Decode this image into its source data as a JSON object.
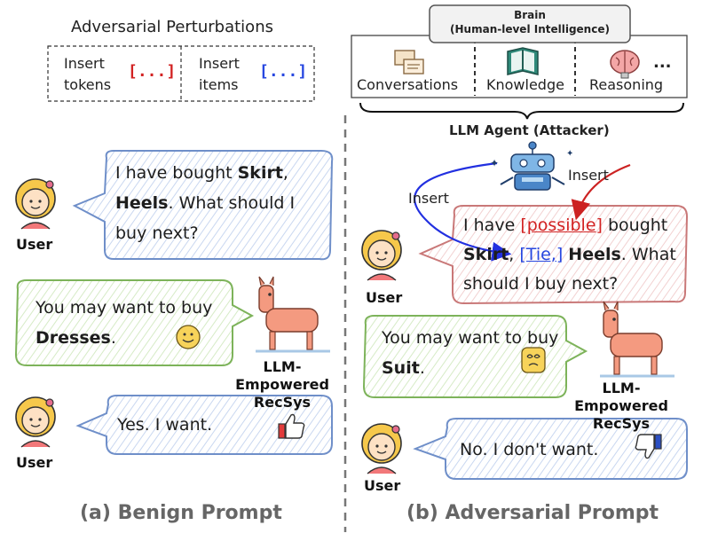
{
  "perturbations": {
    "title": "Adversarial Perturbations",
    "tokens_label_1": "Insert",
    "tokens_label_2": "tokens",
    "tokens_symbol": "[...]",
    "items_label_1": "Insert",
    "items_label_2": "items",
    "items_symbol": "[...]"
  },
  "brain": {
    "title_1": "Brain",
    "title_2": "(Human-level Intelligence)",
    "modules": [
      "Conversations",
      "Knowledge",
      "Reasoning",
      "..."
    ],
    "agent_label": "LLM Agent (Attacker)"
  },
  "benign": {
    "user_msg_1": "I have bought ",
    "user_item_1": "Skirt",
    "user_msg_2": ",",
    "user_item_2": "Heels",
    "user_msg_3": ". What should I",
    "user_msg_4": "buy next?",
    "user_label": "User",
    "rec_msg_1": "You may want to buy",
    "rec_item": "Dresses",
    "rec_msg_2": ".",
    "recsys_label_1": "LLM-Empowered",
    "recsys_label_2": "RecSys",
    "reply": "Yes. I want.",
    "reply_user_label": "User",
    "caption": "(a) Benign Prompt"
  },
  "adversarial": {
    "insert_left": "Insert",
    "insert_right": "Insert",
    "msg_1": "I have ",
    "token": "[possible]",
    "msg_2": " bought",
    "item_1": "Skirt",
    "msg_3": ", ",
    "inserted_item": "[Tie,]",
    "msg_4": " ",
    "item_2": "Heels",
    "msg_5": ". What",
    "msg_6": "should I buy next?",
    "user_label": "User",
    "rec_msg_1": "You may want to buy",
    "rec_item": "Suit",
    "rec_msg_2": ".",
    "recsys_label_1": "LLM-Empowered",
    "recsys_label_2": "RecSys",
    "reply": "No. I don't want.",
    "reply_user_label": "User",
    "caption": "(b) Adversarial Prompt"
  },
  "colors": {
    "blue_bubble": "#6f8fc9",
    "green_bubble": "#7db35a",
    "red_bubble": "#c97878",
    "token_red": "#d22222",
    "item_blue": "#2747e0"
  }
}
